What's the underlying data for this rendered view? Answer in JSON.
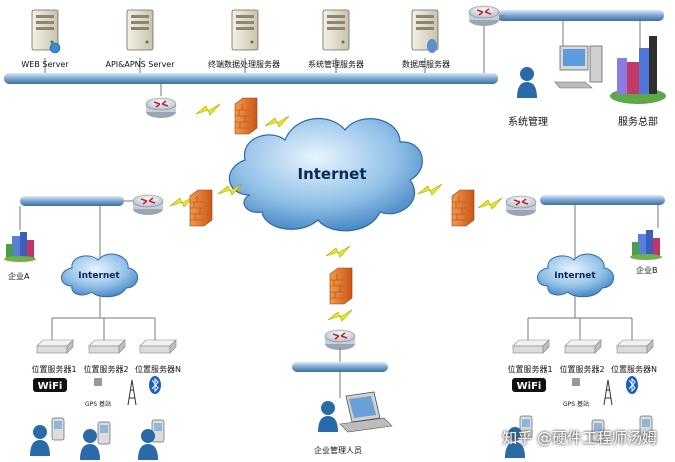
{
  "servers": [
    "WEB Server",
    "API&APNS Server",
    "终端数据处理服务器",
    "系统管理服务器",
    "数据库服务器"
  ],
  "hq": {
    "admin_label": "系统管理",
    "hq_label": "服务总部"
  },
  "internet": {
    "main_label": "Internet",
    "small_label": "Internet"
  },
  "enterprise_a": {
    "label": "企业A",
    "servers": [
      "位置服务器1",
      "位置服务器2",
      "位置服务器N"
    ],
    "gps_label": "GPS 基站"
  },
  "enterprise_b": {
    "label": "企业B",
    "servers": [
      "位置服务器1",
      "位置服务器2",
      "位置服务器N"
    ],
    "gps_label": "GPS 基站"
  },
  "manager": {
    "label": "企业管理人员"
  },
  "watermark": "知乎 @硬件工程师汤姆",
  "colors": {
    "bus": "#6a9cc7",
    "cloud": "#5b9bd5",
    "firewall": "#e8742a",
    "lightning": "#e8e800"
  }
}
